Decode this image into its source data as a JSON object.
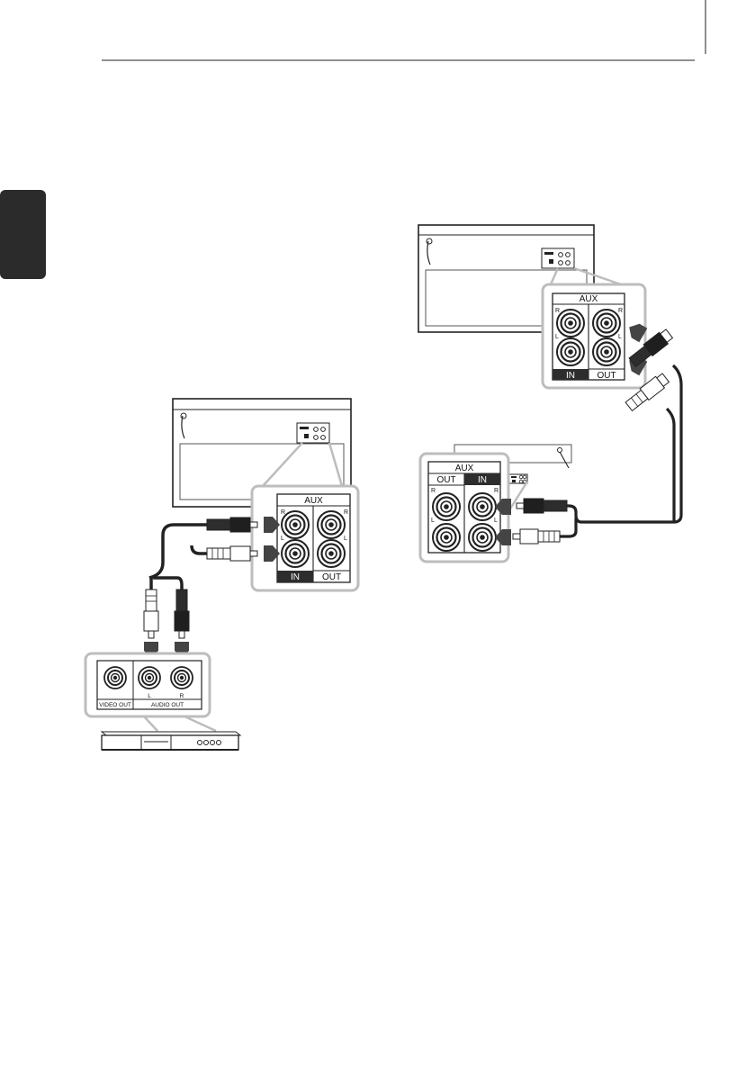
{
  "labels": {
    "aux": "AUX",
    "in": "IN",
    "out": "OUT",
    "r": "R",
    "l": "L",
    "video_out": "VIDEO OUT",
    "audio_out": "AUDIO OUT"
  },
  "colors": {
    "line": "#222222",
    "panel_border": "#bdbdbd",
    "tab": "#2d2d2d",
    "arrow": "#444444"
  }
}
